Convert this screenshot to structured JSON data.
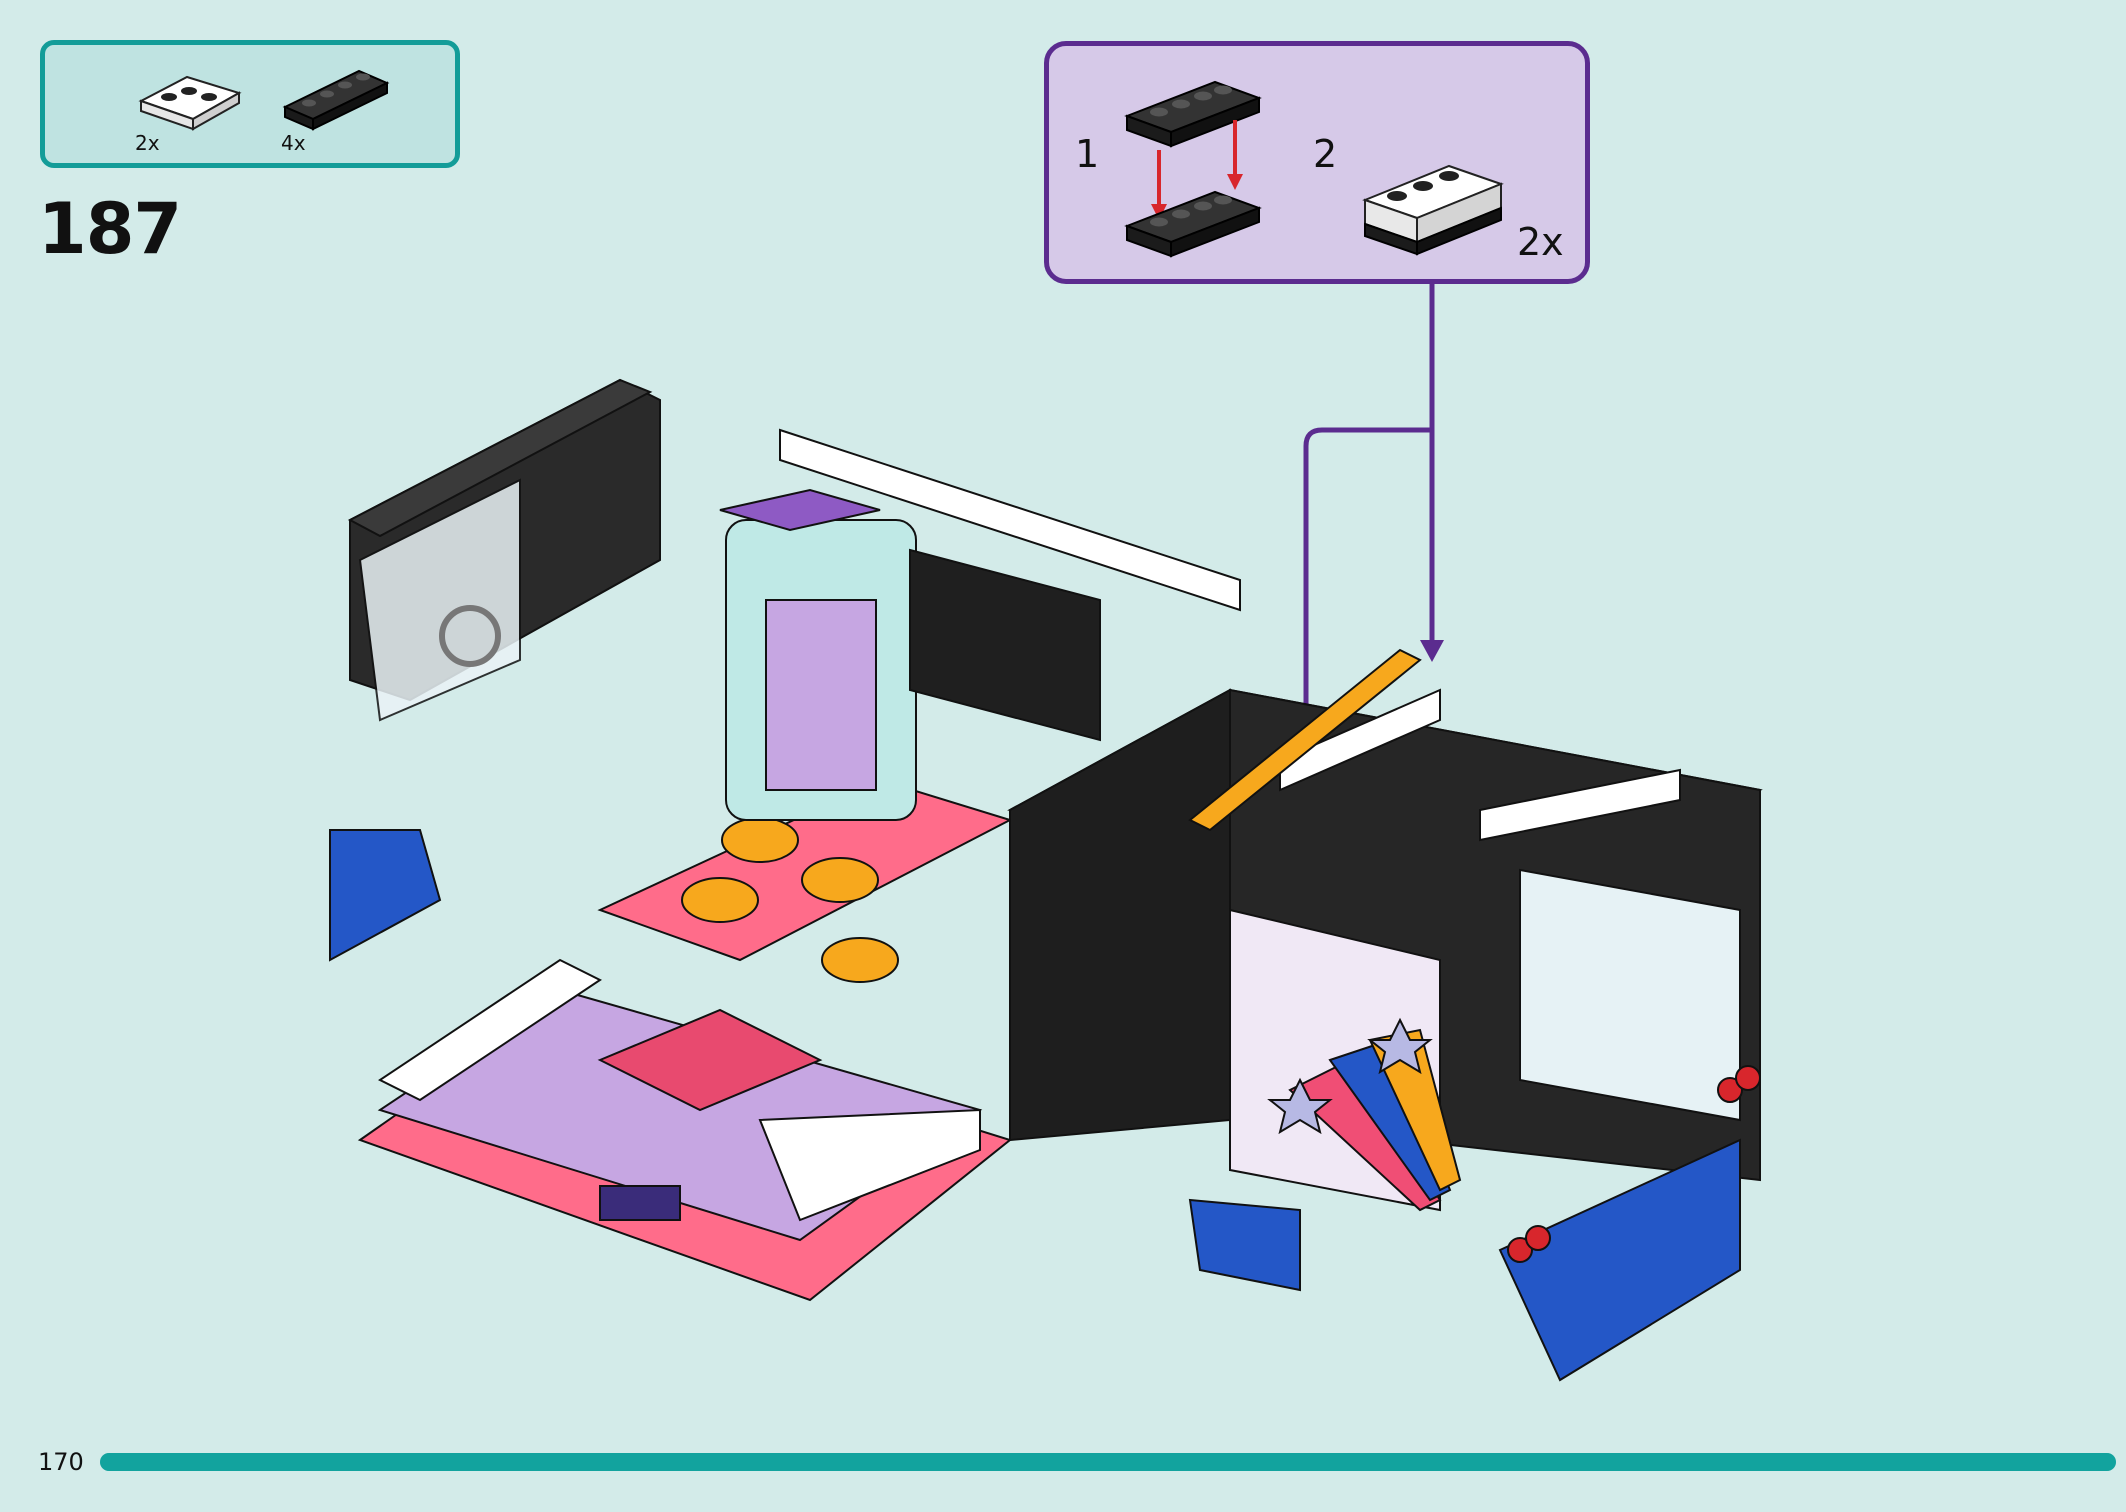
{
  "parts_list": {
    "items": [
      {
        "icon": "white-plate-1x3-icon",
        "color": "#ffffff",
        "qty": "2x"
      },
      {
        "icon": "black-plate-1x4-icon",
        "color": "#2a2a2a",
        "qty": "4x"
      }
    ]
  },
  "step": {
    "number": "187"
  },
  "sub_assembly": {
    "steps": [
      {
        "label": "1"
      },
      {
        "label": "2",
        "multiplier": "2x"
      }
    ]
  },
  "page": {
    "number": "170",
    "progress": 1.0
  },
  "colors": {
    "background": "#d3ebe9",
    "parts_border": "#139c98",
    "sub_border": "#5b2c8f",
    "sub_fill": "#d6c9e8",
    "progress": "#12a39e",
    "arrow_red": "#d8262c"
  }
}
